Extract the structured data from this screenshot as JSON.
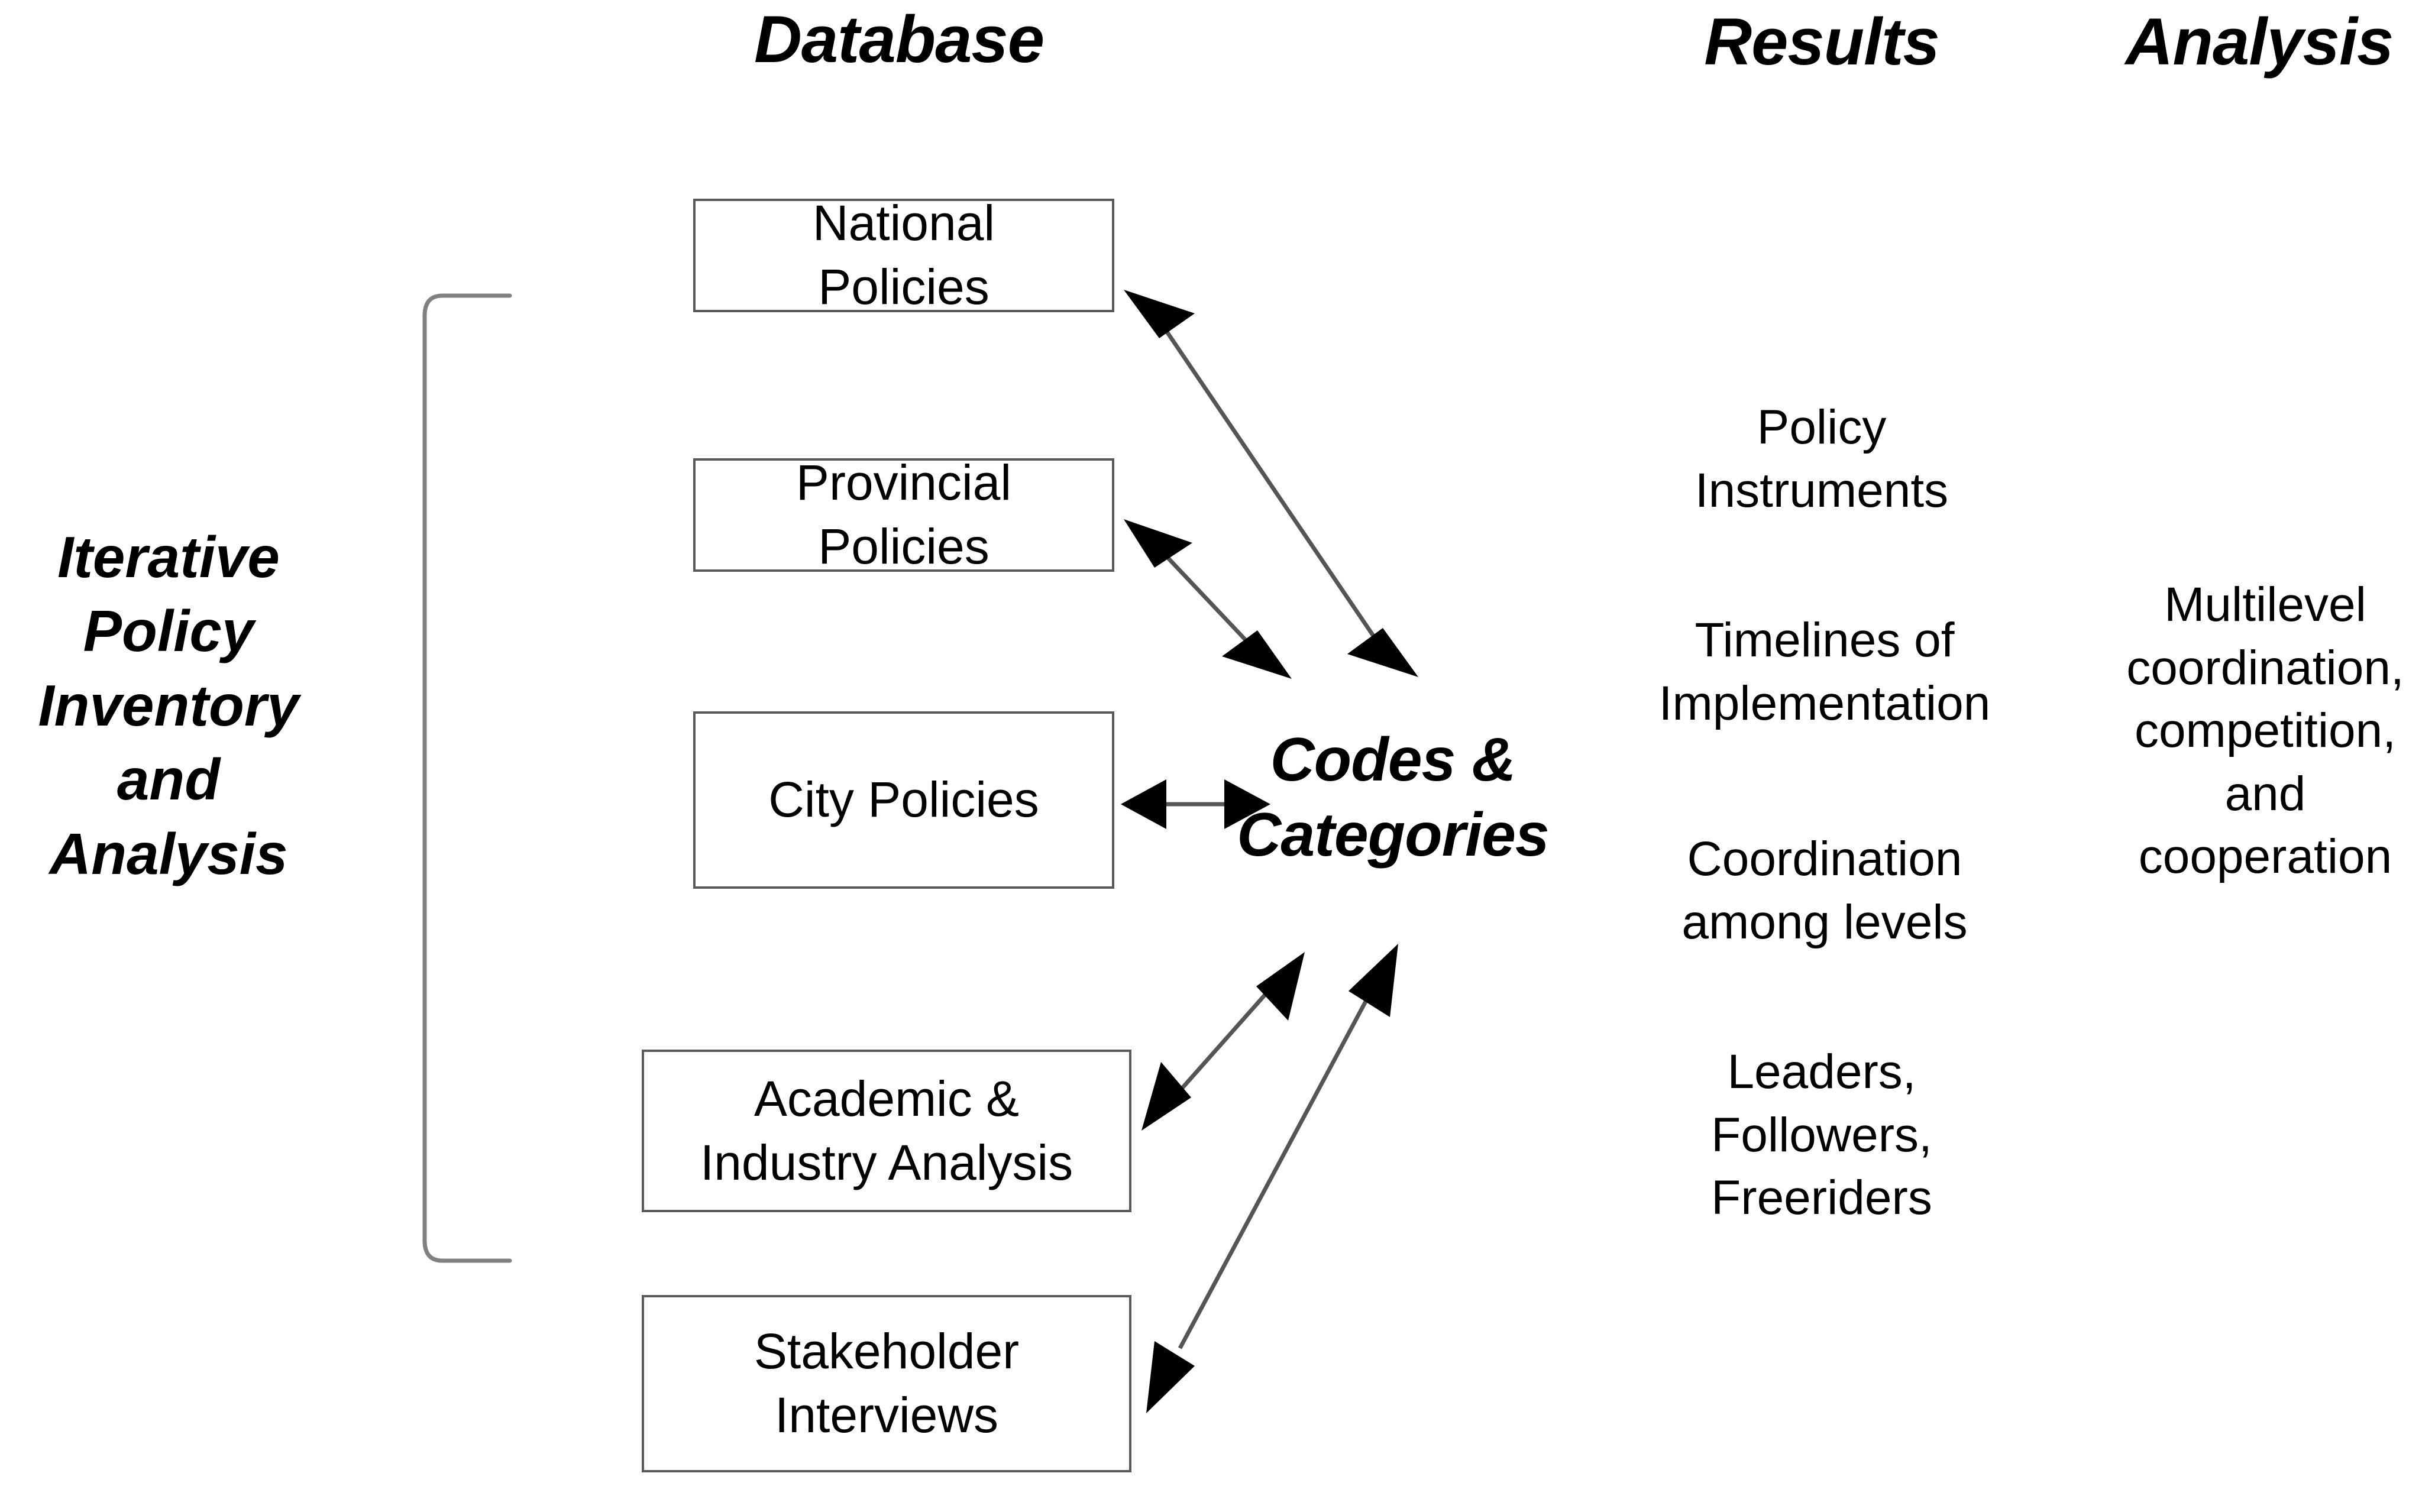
{
  "figure": {
    "title": "Iterative Policy Inventory and Analysis",
    "background_color": "#ffffff",
    "line_color": "#555555",
    "box_border_color": "#5a5a5a",
    "text_color": "#000000"
  },
  "column_headings": [
    {
      "id": "database",
      "label": "Database"
    },
    {
      "id": "results",
      "label": "Results"
    },
    {
      "id": "analysis",
      "label": "Analysis"
    }
  ],
  "left_caption": {
    "lines": [
      "Iterative",
      "Policy",
      "Inventory",
      "and",
      "Analysis"
    ],
    "full_text": "Iterative Policy Inventory and Analysis"
  },
  "database_boxes": [
    {
      "id": "national-policies",
      "lines": [
        "National",
        "Policies"
      ],
      "full_text": "National Policies"
    },
    {
      "id": "provincial-policies",
      "lines": [
        "Provincial",
        "Policies"
      ],
      "full_text": "Provincial Policies"
    },
    {
      "id": "city-policies",
      "lines": [
        "City Policies"
      ],
      "full_text": "City Policies"
    },
    {
      "id": "academic-industry-analysis",
      "lines": [
        "Academic &",
        "Industry Analysis"
      ],
      "full_text": "Academic & Industry Analysis"
    },
    {
      "id": "stakeholder-interviews",
      "lines": [
        "Stakeholder",
        "Interviews"
      ],
      "full_text": "Stakeholder Interviews"
    }
  ],
  "central_node": {
    "id": "codes-and-categories",
    "lines": [
      "Codes &",
      "Categories"
    ],
    "full_text": "Codes & Categories"
  },
  "results_items": [
    {
      "id": "policy-instruments",
      "lines": [
        "Policy",
        "Instruments"
      ],
      "full_text": "Policy Instruments"
    },
    {
      "id": "timelines-of-implementation",
      "lines": [
        "Timelines  of",
        "Implementation"
      ],
      "full_text": "Timelines of Implementation"
    },
    {
      "id": "coordination-among-levels",
      "lines": [
        "Coordination",
        "among levels"
      ],
      "full_text": "Coordination among levels"
    },
    {
      "id": "leaders-followers-freeriders",
      "lines": [
        "Leaders,",
        "Followers,",
        "Freeriders"
      ],
      "full_text": "Leaders, Followers, Freeriders"
    }
  ],
  "analysis_items": [
    {
      "id": "multilevel-coordination-competition-cooperation",
      "lines": [
        "Multilevel",
        "coordination,",
        "competition,",
        "and",
        "cooperation"
      ],
      "full_text": "Multilevel coordination, competition, and cooperation"
    }
  ],
  "connectors": [
    {
      "id": "national-to-codes",
      "from": "national-policies",
      "to": "codes-and-categories",
      "style": "double-headed"
    },
    {
      "id": "provincial-to-codes",
      "from": "provincial-policies",
      "to": "codes-and-categories",
      "style": "double-headed"
    },
    {
      "id": "city-to-codes",
      "from": "city-policies",
      "to": "codes-and-categories",
      "style": "double-headed"
    },
    {
      "id": "academic-to-codes",
      "from": "academic-industry-analysis",
      "to": "codes-and-categories",
      "style": "double-headed"
    },
    {
      "id": "stakeholder-to-codes",
      "from": "stakeholder-interviews",
      "to": "codes-and-categories",
      "style": "double-headed"
    }
  ],
  "grouping_bracket": {
    "id": "iterative-bracket",
    "shape": "square-bracket",
    "groups": [
      "national-policies",
      "provincial-policies",
      "city-policies",
      "academic-industry-analysis"
    ]
  }
}
